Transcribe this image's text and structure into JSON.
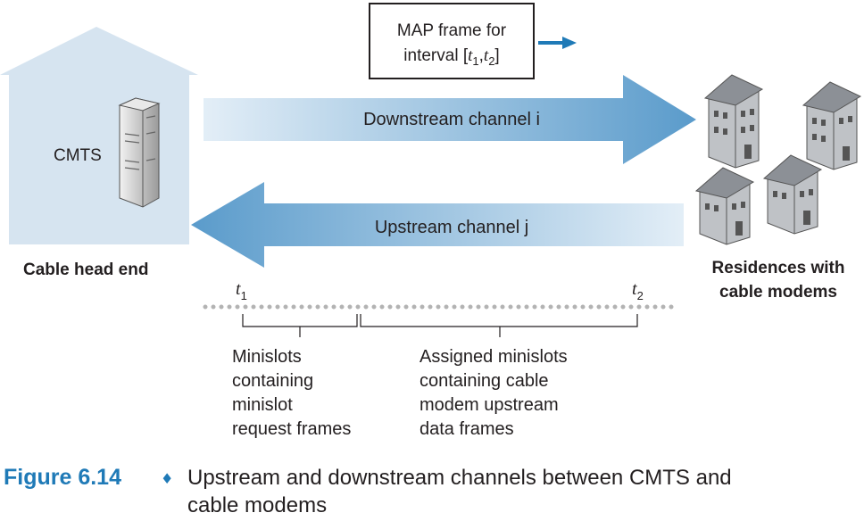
{
  "map_box": {
    "line1": "MAP frame for",
    "line2_prefix": "interval [",
    "t1": "t",
    "t1_sub": "1",
    "comma": ",",
    "t2": "t",
    "t2_sub": "2",
    "close": "]"
  },
  "downstream": {
    "label": "Downstream channel i"
  },
  "upstream": {
    "label": "Upstream channel j"
  },
  "cmts": {
    "label": "CMTS"
  },
  "headend": {
    "label": "Cable head end"
  },
  "residences": {
    "line1": "Residences with",
    "line2": "cable modems"
  },
  "timeline": {
    "t1": "t",
    "t1_sub": "1",
    "t2": "t",
    "t2_sub": "2"
  },
  "minislots": {
    "lines": [
      "Minislots",
      "containing",
      "minislot",
      "request frames"
    ]
  },
  "assigned": {
    "lines": [
      "Assigned minislots",
      "containing cable",
      "modem upstream",
      "data frames"
    ]
  },
  "caption": {
    "figure_label": "Figure 6.14",
    "bullet": "♦",
    "line1": "Upstream and downstream channels between CMTS and",
    "line2": "cable modems"
  },
  "colors": {
    "accent": "#1f7ab7",
    "arrow_dark": "#5a9bcb",
    "arrow_light": "#e3eef7",
    "house": "#bfc2c6",
    "headend": "#d6e4f0"
  }
}
